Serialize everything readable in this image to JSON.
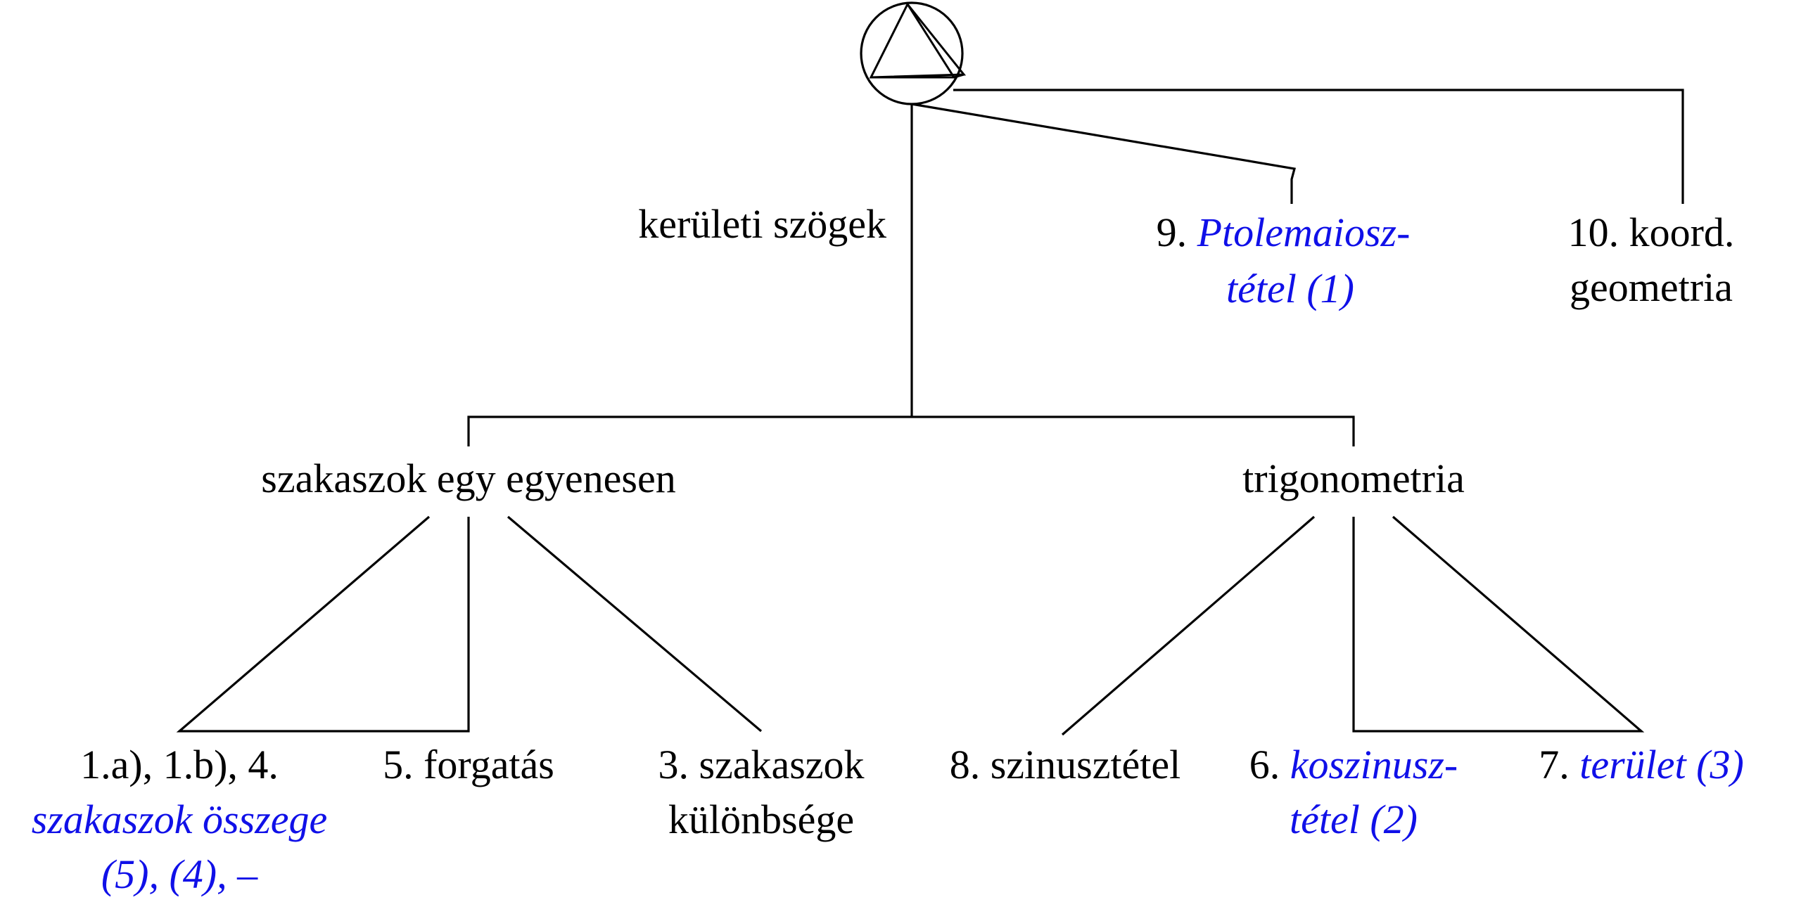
{
  "colors": {
    "text": "#000000",
    "highlight": "#1010e8",
    "lines": "#000000",
    "background": "#ffffff"
  },
  "root": {
    "icon": "circle-inscribed-triangle-icon"
  },
  "branches": {
    "inscribed_angles": "kerületi szögek",
    "ptolemy": {
      "number": "9. ",
      "title_line1": "Ptolemaiosz-",
      "title_line2": "tétel (1)"
    },
    "coord_geometry": {
      "line1": "10. koord.",
      "line2": "geometria"
    }
  },
  "groups": {
    "segments_on_line": "szakaszok egy egyenesen",
    "trigonometry": "trigonometria"
  },
  "leaves": {
    "sum": {
      "numbers": "1.a), 1.b), 4.",
      "title": "szakaszok összege",
      "counts": "(5), (4), –"
    },
    "rotation": "5. forgatás",
    "difference": {
      "line1": "3. szakaszok",
      "line2": "különbsége"
    },
    "sine": "8. szinusztétel",
    "cosine": {
      "number": "6. ",
      "title_line1": "koszinusz-",
      "title_line2": "tétel (2)"
    },
    "area": {
      "number": "7. ",
      "title": "terület (3)"
    }
  }
}
